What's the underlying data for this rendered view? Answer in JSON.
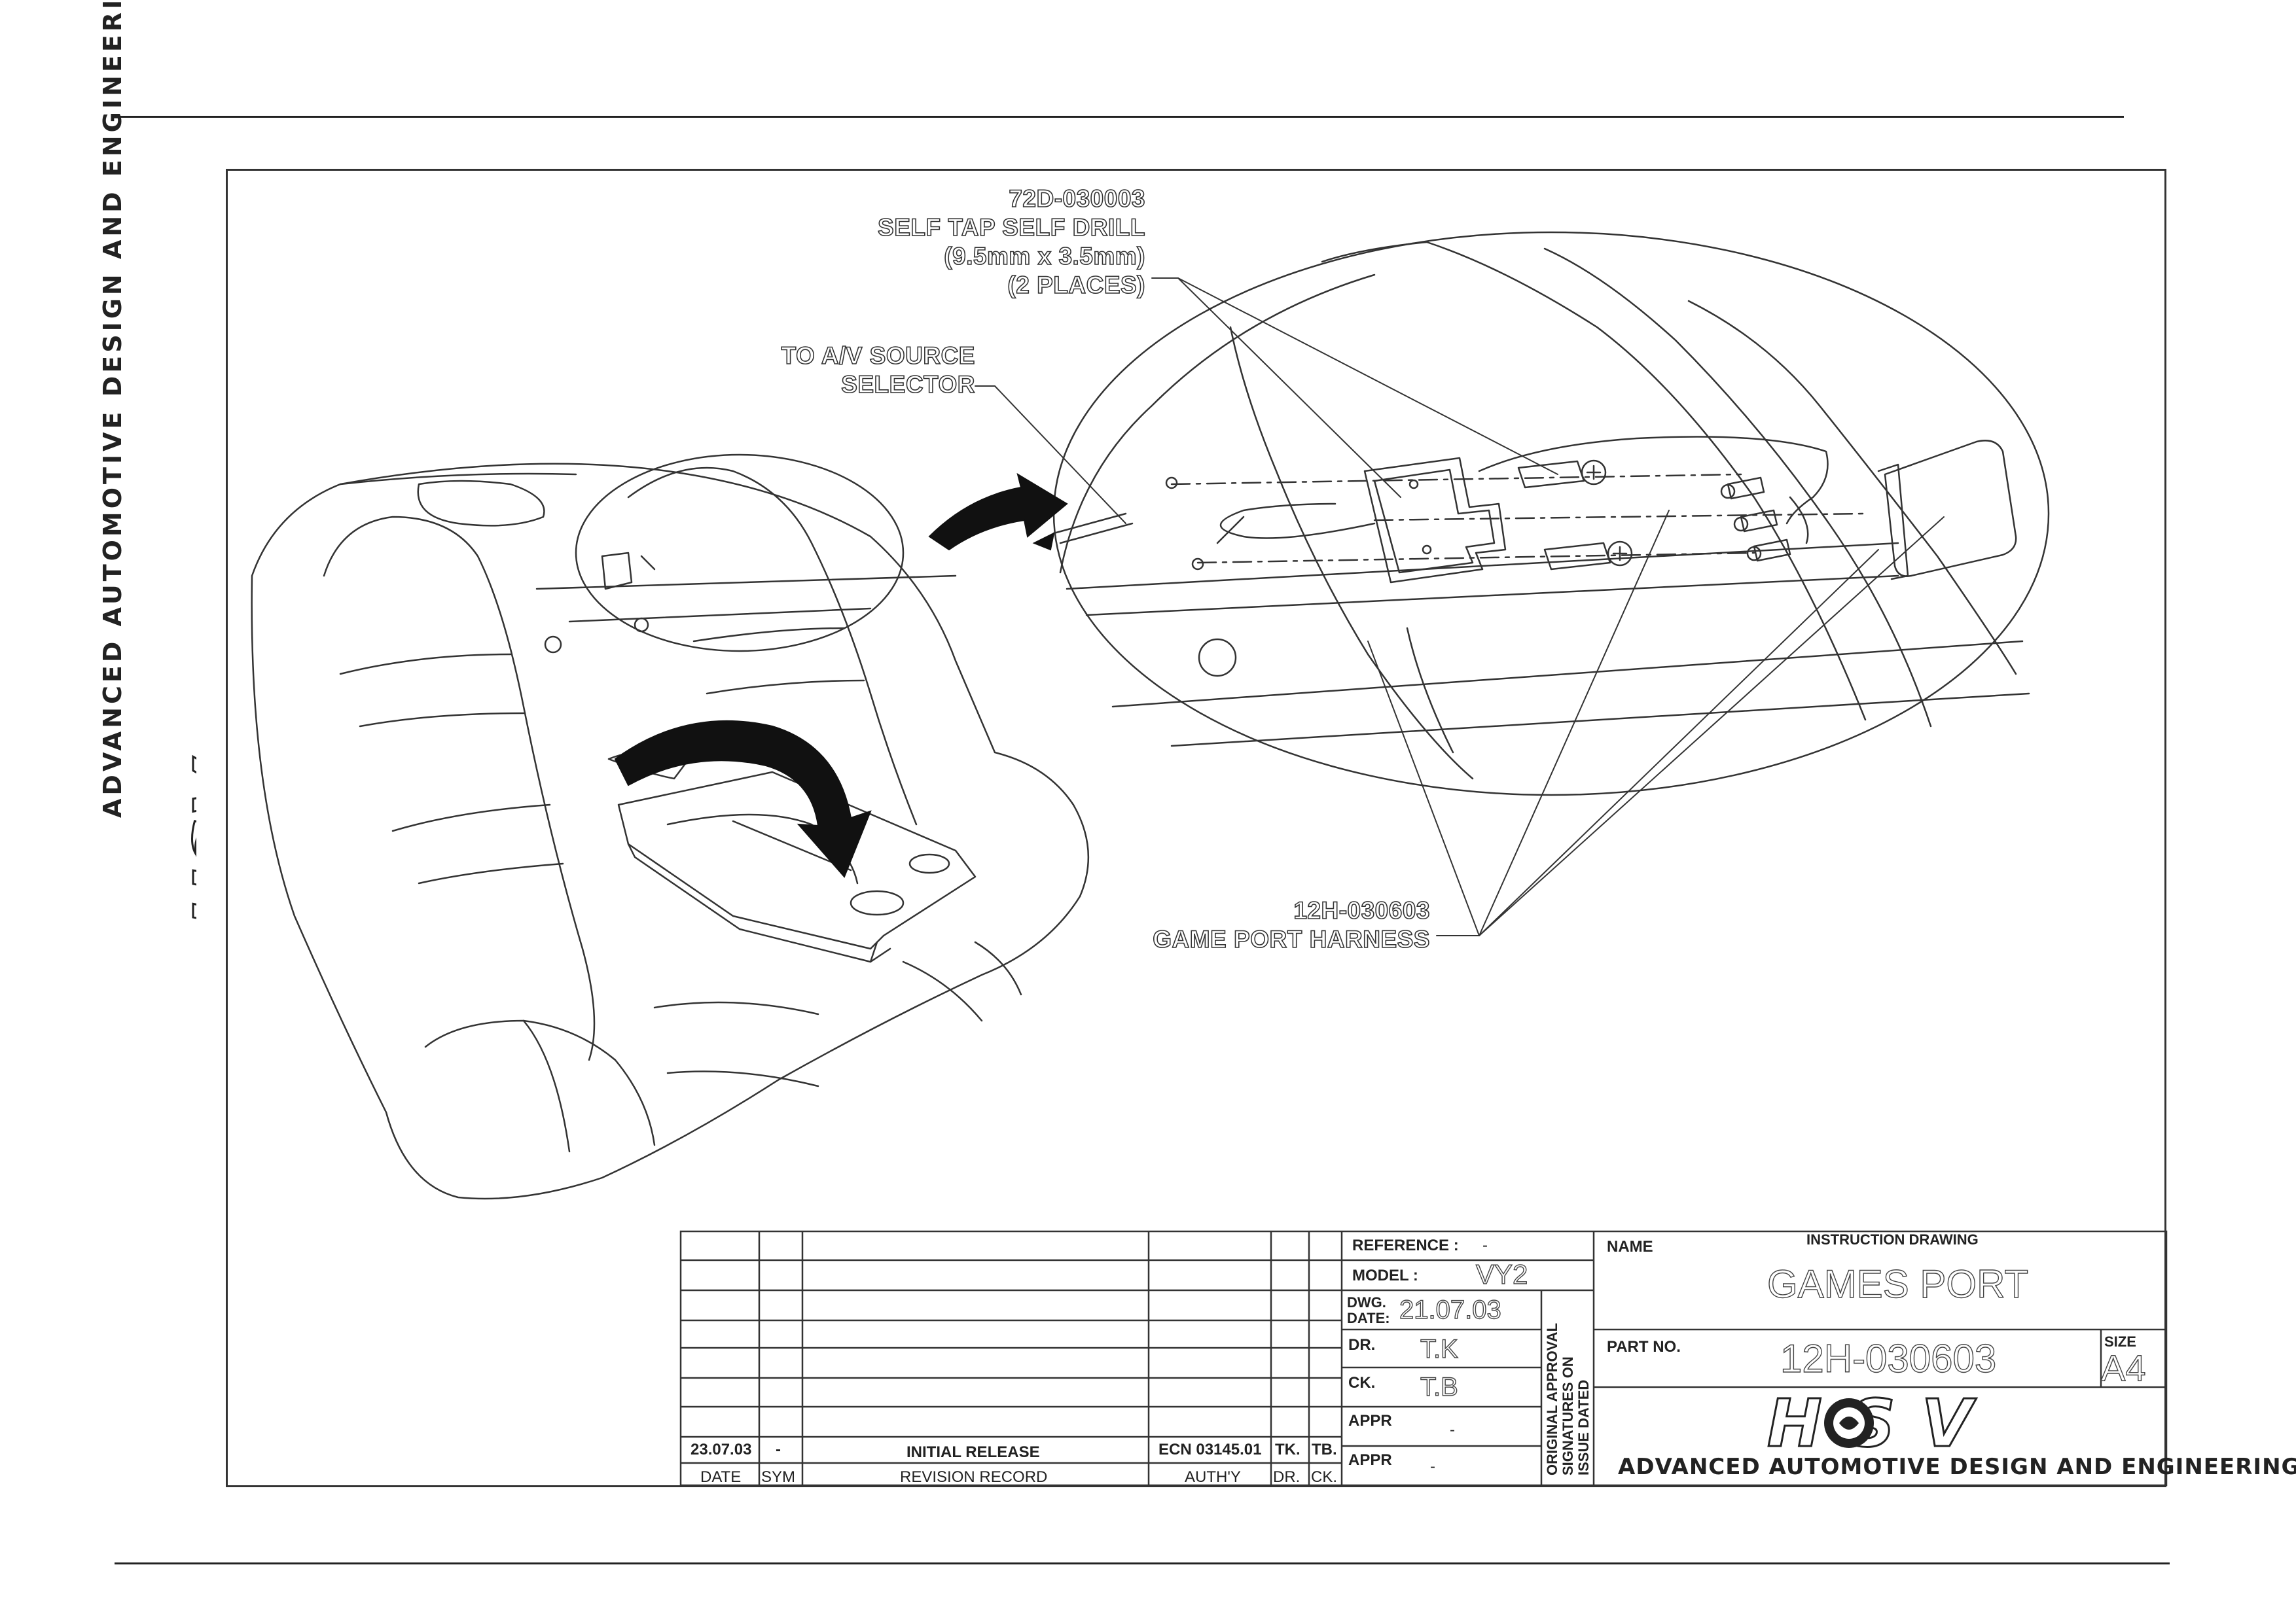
{
  "callouts": {
    "screw": {
      "part": "72D-030003",
      "line1": "SELF TAP SELF DRILL",
      "line2": "(9.5mm x 3.5mm)",
      "line3": "(2 PLACES)"
    },
    "av": {
      "line1": "TO A/V SOURCE",
      "line2": "SELECTOR"
    },
    "harness": {
      "part": "12H-030603",
      "name": "GAME PORT HARNESS"
    }
  },
  "brand": {
    "side_text": "ADVANCED AUTOMOTIVE DESIGN AND ENGINEERING",
    "logo_text": "HSV",
    "footer_text": "ADVANCED AUTOMOTIVE DESIGN AND ENGINEERING"
  },
  "title_block": {
    "reference_label": "REFERENCE :",
    "reference_value": "-",
    "model_label": "MODEL :",
    "model_value": "VY2",
    "dwg_date_label_1": "DWG.",
    "dwg_date_label_2": "DATE:",
    "dwg_date_value": "21.07.03",
    "dr_label": "DR.",
    "dr_value": "T.K",
    "ck_label": "CK.",
    "ck_value": "T.B",
    "appr_label": "APPR",
    "appr1_value": "-",
    "appr2_label": "APPR",
    "appr2_value": "-",
    "approval_line1": "ORIGINAL APPROVAL",
    "approval_line2": "SIGNATURES ON",
    "approval_line3": "ISSUE DATED",
    "name_label": "NAME",
    "drawing_type": "INSTRUCTION DRAWING",
    "title": "GAMES PORT",
    "part_no_label": "PART NO.",
    "part_no": "12H-030603",
    "size_label": "SIZE",
    "size_value": "A4"
  },
  "revision": {
    "headers": [
      "DATE",
      "SYM",
      "REVISION RECORD",
      "AUTH'Y",
      "DR.",
      "CK."
    ],
    "row": [
      "23.07.03",
      "-",
      "INITIAL RELEASE",
      "ECN 03145.01",
      "TK.",
      "TB."
    ]
  }
}
